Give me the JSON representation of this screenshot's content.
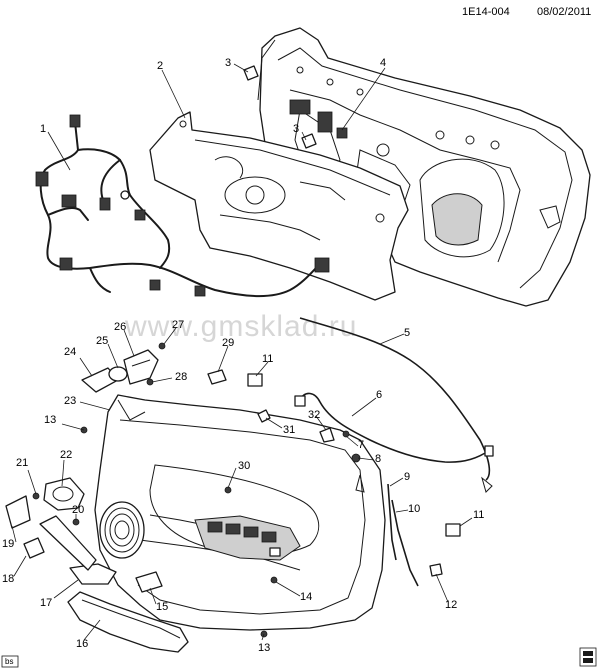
{
  "header": {
    "code": "1E14-004",
    "date": "08/02/2011"
  },
  "watermark": "www.gmsklad.ru",
  "corner_badge": "bs",
  "callouts": [
    {
      "id": "c1",
      "label": "1"
    },
    {
      "id": "c2",
      "label": "2"
    },
    {
      "id": "c3a",
      "label": "3"
    },
    {
      "id": "c3b",
      "label": "3"
    },
    {
      "id": "c4",
      "label": "4"
    },
    {
      "id": "c5",
      "label": "5"
    },
    {
      "id": "c6",
      "label": "6"
    },
    {
      "id": "c7",
      "label": "7"
    },
    {
      "id": "c8",
      "label": "8"
    },
    {
      "id": "c9",
      "label": "9"
    },
    {
      "id": "c10",
      "label": "10"
    },
    {
      "id": "c11a",
      "label": "11"
    },
    {
      "id": "c11b",
      "label": "11"
    },
    {
      "id": "c12",
      "label": "12"
    },
    {
      "id": "c13a",
      "label": "13"
    },
    {
      "id": "c13b",
      "label": "13"
    },
    {
      "id": "c14",
      "label": "14"
    },
    {
      "id": "c15",
      "label": "15"
    },
    {
      "id": "c16",
      "label": "16"
    },
    {
      "id": "c17",
      "label": "17"
    },
    {
      "id": "c18",
      "label": "18"
    },
    {
      "id": "c19",
      "label": "19"
    },
    {
      "id": "c20",
      "label": "20"
    },
    {
      "id": "c21",
      "label": "21"
    },
    {
      "id": "c22",
      "label": "22"
    },
    {
      "id": "c23",
      "label": "23"
    },
    {
      "id": "c24",
      "label": "24"
    },
    {
      "id": "c25",
      "label": "25"
    },
    {
      "id": "c26",
      "label": "26"
    },
    {
      "id": "c27",
      "label": "27"
    },
    {
      "id": "c28",
      "label": "28"
    },
    {
      "id": "c29",
      "label": "29"
    },
    {
      "id": "c30",
      "label": "30"
    },
    {
      "id": "c31",
      "label": "31"
    },
    {
      "id": "c32",
      "label": "32"
    }
  ]
}
